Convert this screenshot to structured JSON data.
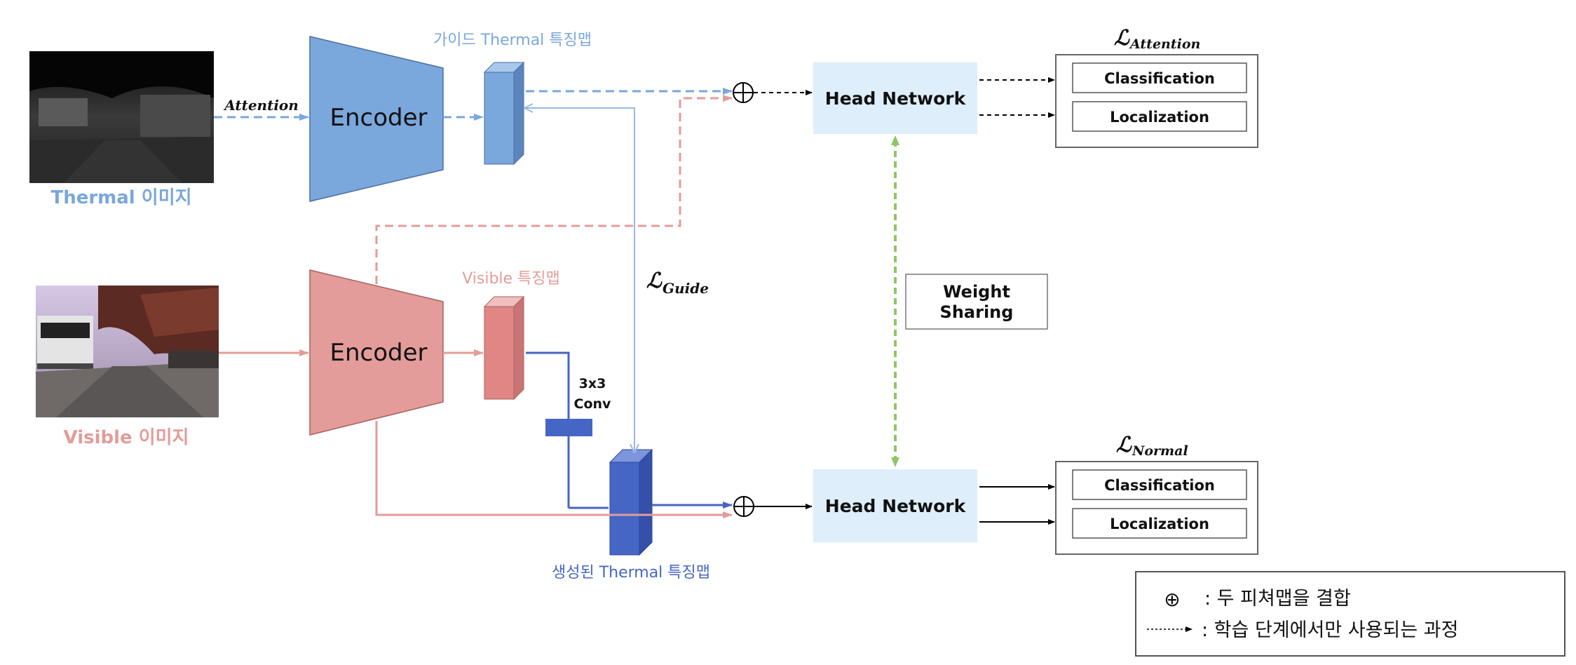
{
  "labels": {
    "thermal_image": "Thermal 이미지",
    "visible_image": "Visible 이미지",
    "attention_arrow": "Attention",
    "encoder_top": "Encoder",
    "encoder_bottom": "Encoder",
    "guide_thermal_map": "가이드 Thermal 특징맵",
    "visible_map": "Visible 특징맵",
    "generated_thermal_map": "생성된 Thermal 특징맵",
    "conv_line1": "3x3",
    "conv_line2": "Conv",
    "loss_guide_symbol": "ℒ",
    "loss_guide_sub": "Guide",
    "loss_attention_symbol": "ℒ",
    "loss_attention_sub": "Attention",
    "loss_normal_symbol": "ℒ",
    "loss_normal_sub": "Normal",
    "head_top": "Head Network",
    "head_bottom": "Head Network",
    "weight_line1": "Weight",
    "weight_line2": "Sharing",
    "cls_top": "Classification",
    "loc_top": "Localization",
    "cls_bottom": "Classification",
    "loc_bottom": "Localization"
  },
  "legend": {
    "plus_symbol": "⊕",
    "plus_text": ": 두 피쳐맵을 결합",
    "dotted_text": ": 학습 단계에서만 사용되는 과정"
  },
  "colors": {
    "thermal_blue": "#7aa7dc",
    "visible_red": "#e39c9a",
    "generated_blue": "#4566c4",
    "head_fill": "#deeefa",
    "weight_green": "#8ec665"
  }
}
